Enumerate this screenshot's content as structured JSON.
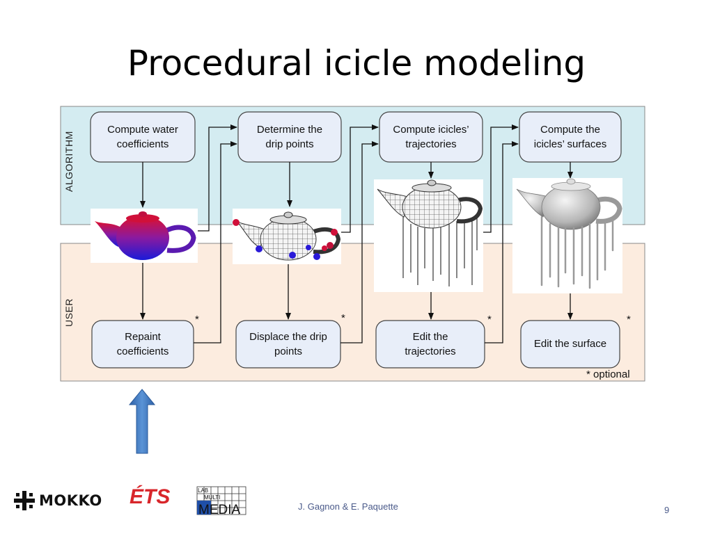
{
  "slide": {
    "title": "Procedural icicle modeling",
    "page_number": "9",
    "credit": "J. Gagnon & E. Paquette"
  },
  "bands": {
    "algorithm_label": "ALGORITHM",
    "user_label": "USER",
    "optional_note": "* optional"
  },
  "algorithm_steps": [
    {
      "line1": "Compute water",
      "line2": "coefficients"
    },
    {
      "line1": "Determine the",
      "line2": "drip points"
    },
    {
      "line1": "Compute icicles’",
      "line2": "trajectories"
    },
    {
      "line1": "Compute the",
      "line2": "icicles’ surfaces"
    }
  ],
  "user_steps": [
    {
      "line1": "Repaint",
      "line2": "coefficients",
      "mark": "*"
    },
    {
      "line1": "Displace the drip",
      "line2": "points",
      "mark": "*"
    },
    {
      "line1": "Edit the",
      "line2": "trajectories",
      "mark": "*"
    },
    {
      "line1": "Edit the surface",
      "line2": "",
      "mark": "*"
    }
  ],
  "images": [
    {
      "name": "colored-teapot"
    },
    {
      "name": "drip-points-teapot"
    },
    {
      "name": "trajectories-teapot"
    },
    {
      "name": "surface-teapot"
    }
  ],
  "logos": {
    "mokko": "MOKKO",
    "ets": "ÉTS",
    "lab_multimedia": "LAB MULTI MEDIA"
  },
  "colors": {
    "algorithm_band": "#d4ecf1",
    "user_band": "#fcecdf",
    "node_fill": "#e8eef9",
    "arrow_blue": "#3f7bbf"
  }
}
